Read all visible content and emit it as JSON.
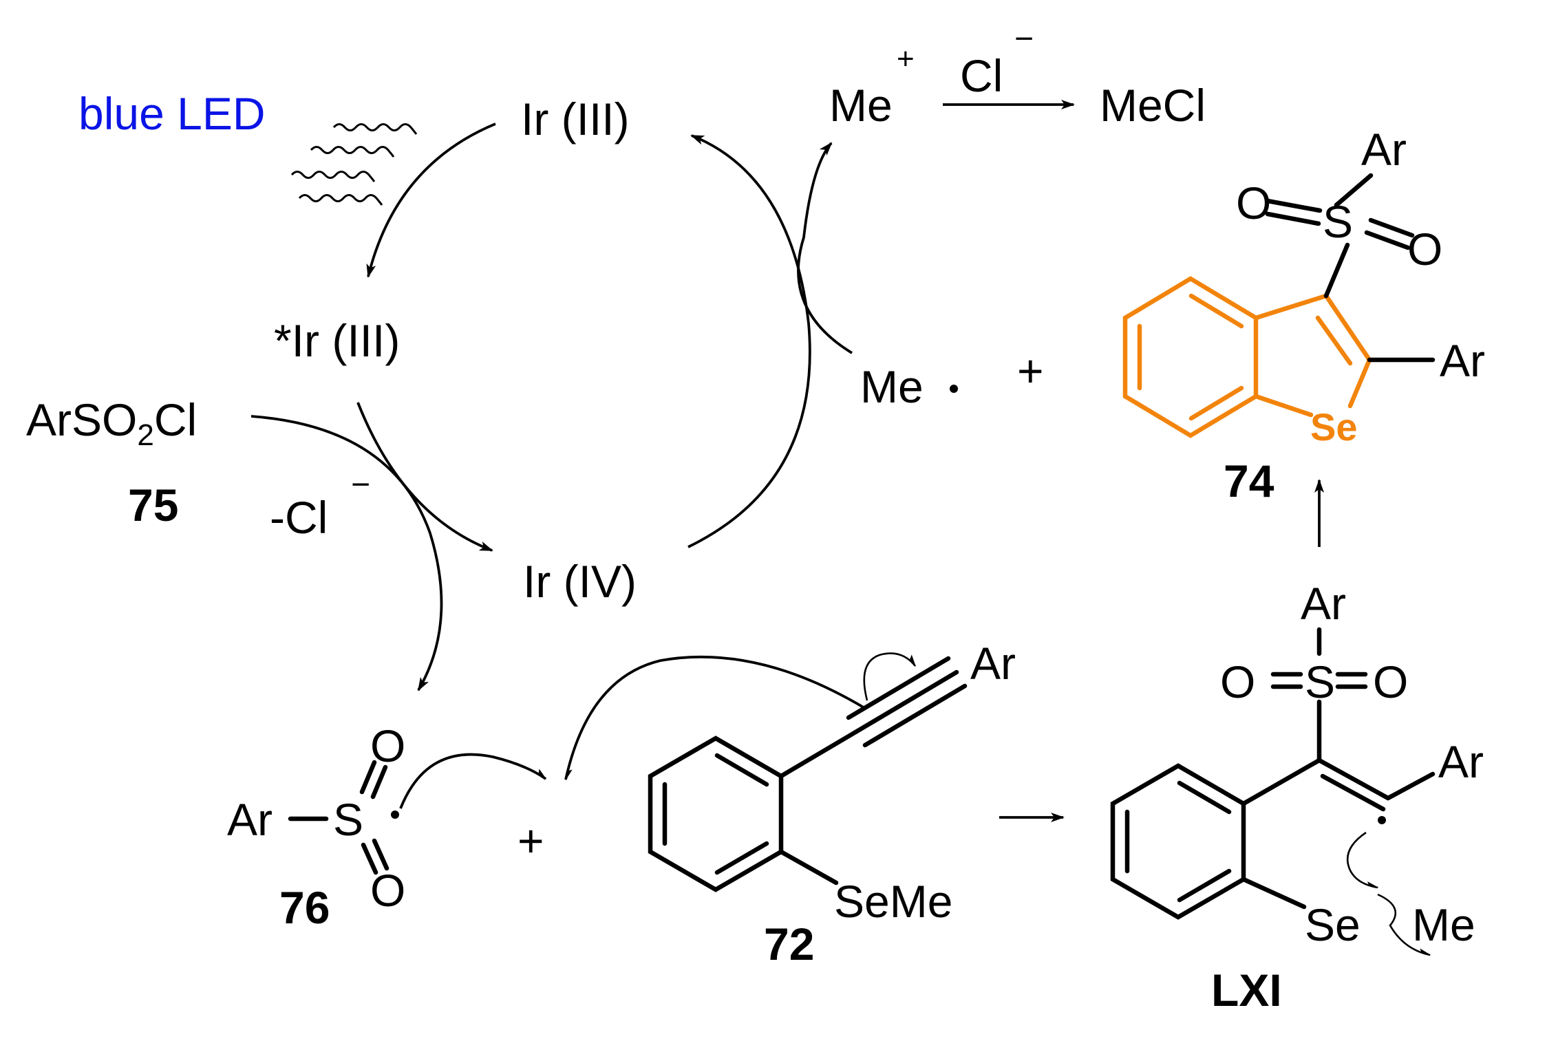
{
  "light_source": "blue LED",
  "catalyst": {
    "ground": "Ir (III)",
    "excited": "*Ir (III)",
    "oxidized": "Ir (IV)"
  },
  "reagent": {
    "formula_main": "ArSO",
    "formula_sub": "2",
    "formula_tail": "Cl",
    "number": "75"
  },
  "loss": {
    "text": "-Cl",
    "charge": "−"
  },
  "methyl_cation": {
    "text": "Me",
    "charge": "+"
  },
  "chloride": {
    "text": "Cl",
    "charge": "−"
  },
  "methyl_chloride": "MeCl",
  "methyl_radical": "Me",
  "plus": "+",
  "sulfonyl_radical": {
    "number": "76",
    "Ar": "Ar",
    "S": "S",
    "O": "O"
  },
  "substrate": {
    "number": "72",
    "Ar": "Ar",
    "SeMe": "SeMe"
  },
  "intermediate": {
    "number": "LXI",
    "Ar": "Ar",
    "S": "S",
    "O": "O",
    "Se": "Se",
    "Me": "Me"
  },
  "product": {
    "number": "74",
    "Ar": "Ar",
    "S": "S",
    "O": "O",
    "Se": "Se"
  },
  "colors": {
    "light": "#0a14e6",
    "product_core": "#f2840c"
  }
}
